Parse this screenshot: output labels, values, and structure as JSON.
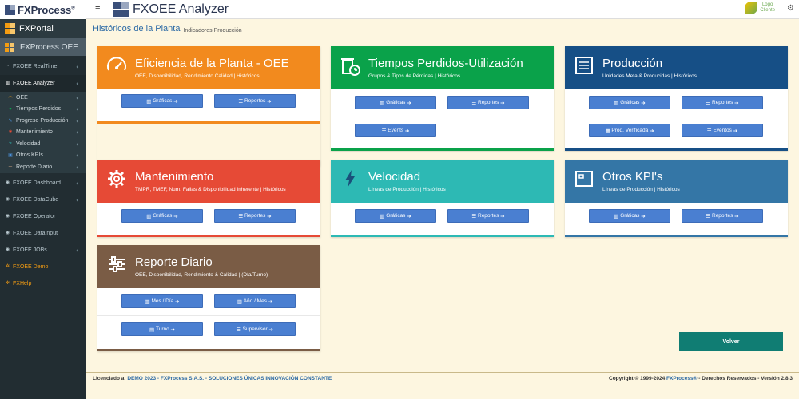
{
  "brand": {
    "name": "FXProcess",
    "reg": "®"
  },
  "app": {
    "title": "FXOEE Analyzer"
  },
  "client": {
    "logo_line1": "Logo",
    "logo_line2": "Cliente"
  },
  "sidebar": {
    "portal": "FXPortal",
    "section": "FXProcess OEE",
    "items": [
      {
        "label": "FXOEE RealTime",
        "active": false
      },
      {
        "label": "FXOEE Analyzer",
        "active": true
      },
      {
        "label": "FXOEE Dashboard",
        "active": false
      },
      {
        "label": "FXOEE DataCube",
        "active": false
      },
      {
        "label": "FXOEE Operator",
        "active": false
      },
      {
        "label": "FXOEE DataInput",
        "active": false
      },
      {
        "label": "FXOEE JOBs",
        "active": false
      },
      {
        "label": "FXOEE Demo",
        "active": false
      },
      {
        "label": "FXHelp",
        "active": false
      }
    ],
    "subitems": [
      {
        "label": "OEE"
      },
      {
        "label": "Tiempos Perdidos"
      },
      {
        "label": "Progreso Producción"
      },
      {
        "label": "Mantenimiento"
      },
      {
        "label": "Velocidad"
      },
      {
        "label": "Otros KPIs"
      },
      {
        "label": "Reporte Diario"
      }
    ]
  },
  "header": {
    "title": "Históricos de la Planta",
    "subtitle": "Indicadores Producción"
  },
  "cards": [
    {
      "title": "Eficiencia de la Planta - OEE",
      "subtitle": "OEE, Disponibilidad, Rendimiento Calidad | Históricos",
      "color": "#f28a1e",
      "buttons": [
        [
          "Gráficas",
          "Reportes"
        ]
      ]
    },
    {
      "title": "Tiempos Perdidos-Utilización",
      "subtitle": "Grupos & Tipos de Pérdidas | Históricos",
      "color": "#0aa24a",
      "buttons": [
        [
          "Gráficas",
          "Reportes"
        ],
        [
          "Events"
        ]
      ]
    },
    {
      "title": "Producción",
      "subtitle": "Unidades Meta & Producidas | Históricos",
      "color": "#164f86",
      "buttons": [
        [
          "Gráficas",
          "Reportes"
        ],
        [
          "Prod. Verificada",
          "Eventos"
        ]
      ]
    },
    {
      "title": "Mantenimiento",
      "subtitle": "TMPR, TMEF, Num. Fallas & Disponibilidad Inherente | Históricos",
      "color": "#e64a36",
      "buttons": [
        [
          "Gráficas",
          "Reportes"
        ]
      ]
    },
    {
      "title": "Velocidad",
      "subtitle": "Líneas de Producción | Históricos",
      "color": "#2db9b4",
      "buttons": [
        [
          "Gráficas",
          "Reportes"
        ]
      ]
    },
    {
      "title": "Otros KPI's",
      "subtitle": "Líneas de Producción | Históricos",
      "color": "#3476a6",
      "buttons": [
        [
          "Gráficas",
          "Reportes"
        ]
      ]
    },
    {
      "title": "Reporte Diario",
      "subtitle": "OEE, Disponibilidad, Rendimiento & Calidad | (Día/Turno)",
      "color": "#7a5c45",
      "buttons": [
        [
          "Mes / Día",
          "Año / Mes"
        ],
        [
          "Turno",
          "Supervisor"
        ]
      ]
    }
  ],
  "volver": "Volver",
  "footer": {
    "left_label": "Licenciado a:",
    "left_link": "DEMO 2023 - FXProcess S.A.S. - SOLUCIONES ÚNICAS INNOVACIÓN CONSTANTE",
    "right_prefix": "Copyright © 1999-2024",
    "right_link": "FXProcess®",
    "right_suffix": "- Derechos Reservados - Versión 2.8.3"
  }
}
